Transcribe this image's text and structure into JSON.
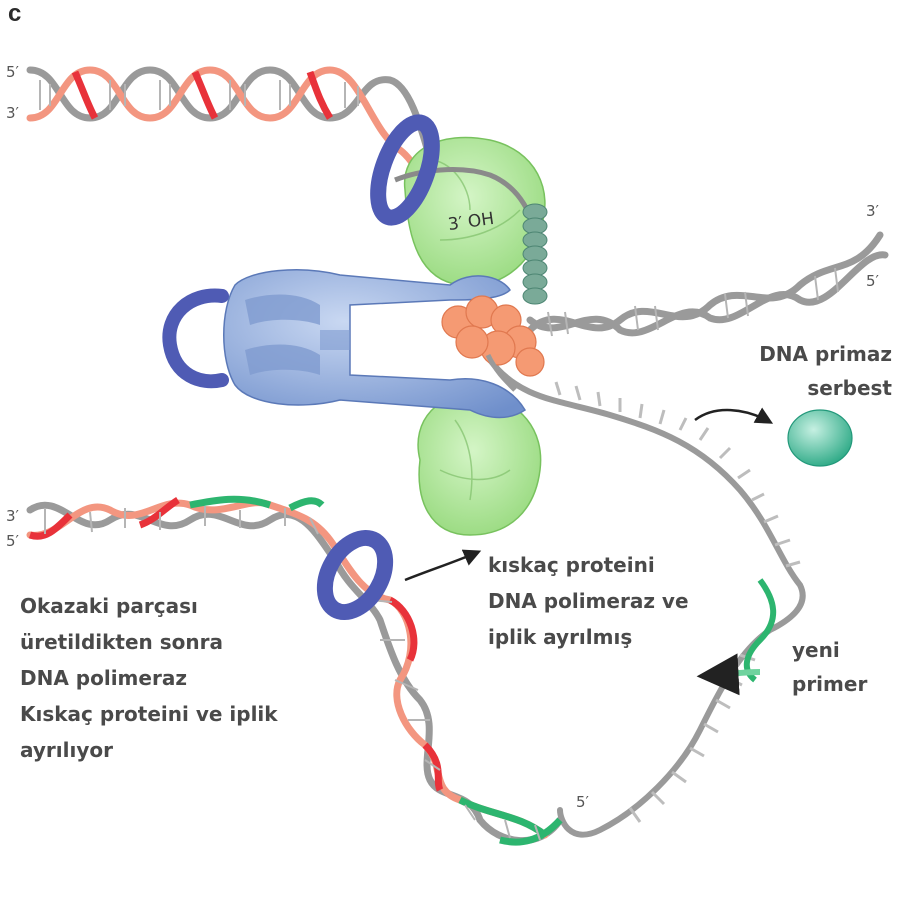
{
  "panel_label": "c",
  "ends": {
    "top_left_5": "5′",
    "top_left_3": "3′",
    "right_3": "3′",
    "right_5": "5′",
    "bottom_left_3": "3′",
    "bottom_left_5": "5′",
    "bottom_5": "5′"
  },
  "oh_label": "3′ OH",
  "labels": {
    "primase": [
      "DNA primaz",
      "serbest"
    ],
    "clamp_released": [
      "kıskaç proteini",
      "DNA polimeraz ve",
      "iplik ayrılmış"
    ],
    "new_primer": [
      "yeni",
      "primer"
    ],
    "okazaki": [
      "Okazaki parçası",
      "üretildikten sonra",
      "DNA polimeraz",
      "Kıskaç proteini ve iplik",
      "ayrılıyor"
    ]
  },
  "colors": {
    "helix_gray": "#9a9a9a",
    "primer_red": "#e8323a",
    "okazaki_salmon": "#f39680",
    "new_primer_green": "#2db56f",
    "clamp_blue": "#4f5bb4",
    "polymerase_green": "#a6e48e",
    "primase_orange": "#f59a73",
    "helicase_teal": "#7aaa98",
    "released_primase": "#3db596",
    "clamp_loader_blue": "#8aa6d6"
  }
}
